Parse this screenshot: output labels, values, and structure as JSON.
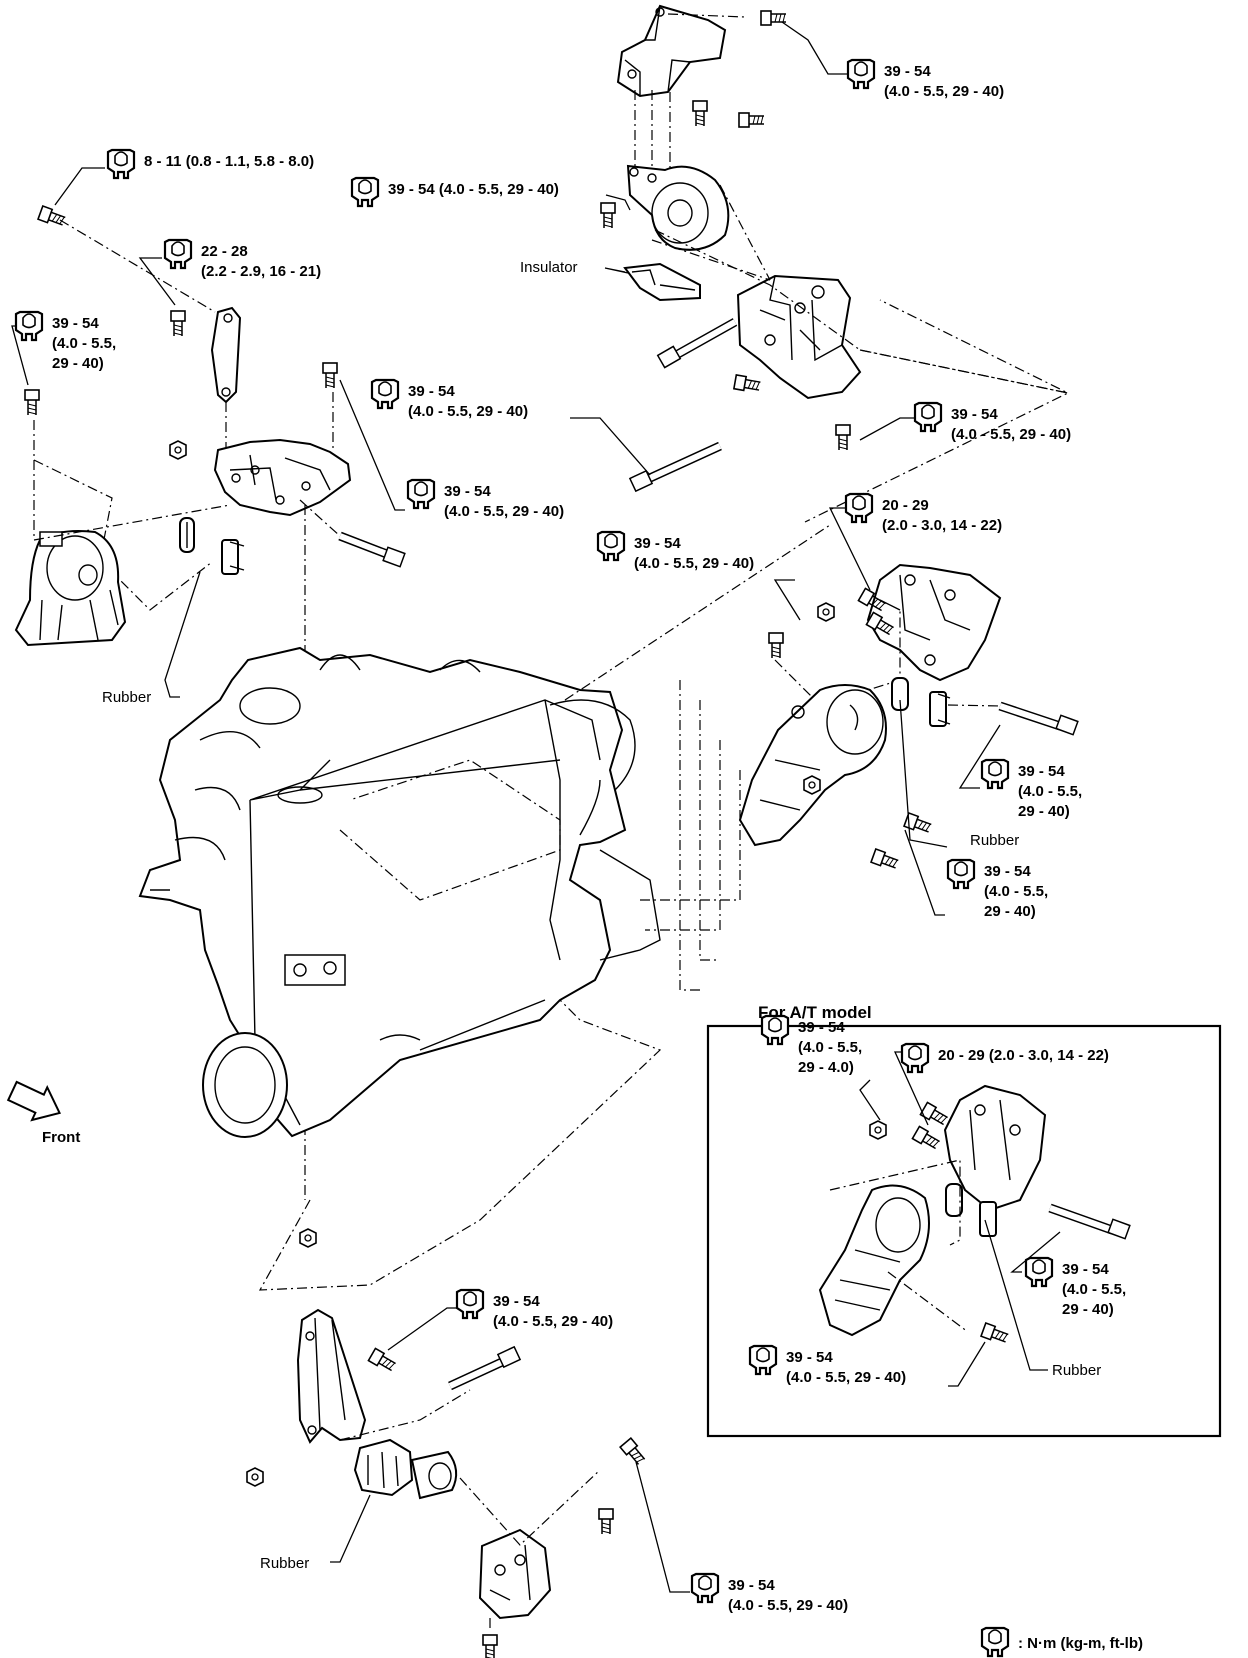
{
  "inset_title": "For A/T model",
  "front_label": "Front",
  "insulator_label": "Insulator",
  "rubber_label": "Rubber",
  "legend_units": ": N·m (kg-m, ft-lb)",
  "torque_labels": [
    {
      "id": "t01",
      "lines": [
        "39 - 54",
        "(4.0 - 5.5, 29 - 40)"
      ]
    },
    {
      "id": "t02",
      "lines": [
        "8 - 11 (0.8 - 1.1, 5.8 - 8.0)"
      ]
    },
    {
      "id": "t03",
      "lines": [
        "39 - 54 (4.0 - 5.5, 29 - 40)"
      ]
    },
    {
      "id": "t04",
      "lines": [
        "22 - 28",
        "(2.2 - 2.9, 16 - 21)"
      ]
    },
    {
      "id": "t05",
      "lines": [
        "39 - 54",
        "(4.0 - 5.5,",
        "29 - 40)"
      ]
    },
    {
      "id": "t06",
      "lines": [
        "39 - 54",
        "(4.0 - 5.5, 29 - 40)"
      ]
    },
    {
      "id": "t07",
      "lines": [
        "39 - 54",
        "(4.0 - 5.5, 29 - 40)"
      ]
    },
    {
      "id": "t08",
      "lines": [
        "39 - 54",
        "(4.0 - 5.5, 29 - 40)"
      ]
    },
    {
      "id": "t09",
      "lines": [
        "20 - 29",
        "(2.0 - 3.0, 14 - 22)"
      ]
    },
    {
      "id": "t10",
      "lines": [
        "39 - 54",
        "(4.0 - 5.5, 29 - 40)"
      ]
    },
    {
      "id": "t11",
      "lines": [
        "39 - 54",
        "(4.0 - 5.5,",
        "29 - 40)"
      ]
    },
    {
      "id": "t12",
      "lines": [
        "39 - 54",
        "(4.0 - 5.5,",
        "29 - 40)"
      ]
    },
    {
      "id": "t13",
      "lines": [
        "39 - 54",
        "(4.0 - 5.5,",
        "29 - 4.0)"
      ]
    },
    {
      "id": "t14",
      "lines": [
        "20 - 29 (2.0 - 3.0, 14 - 22)"
      ]
    },
    {
      "id": "t15",
      "lines": [
        "39 - 54",
        "(4.0 - 5.5,",
        "29 - 40)"
      ]
    },
    {
      "id": "t16",
      "lines": [
        "39 - 54",
        "(4.0 - 5.5, 29 - 40)"
      ]
    },
    {
      "id": "t17",
      "lines": [
        "39 - 54",
        "(4.0 - 5.5, 29 - 40)"
      ]
    },
    {
      "id": "t18",
      "lines": [
        "39 - 54",
        "(4.0 - 5.5, 29 - 40)"
      ]
    }
  ]
}
